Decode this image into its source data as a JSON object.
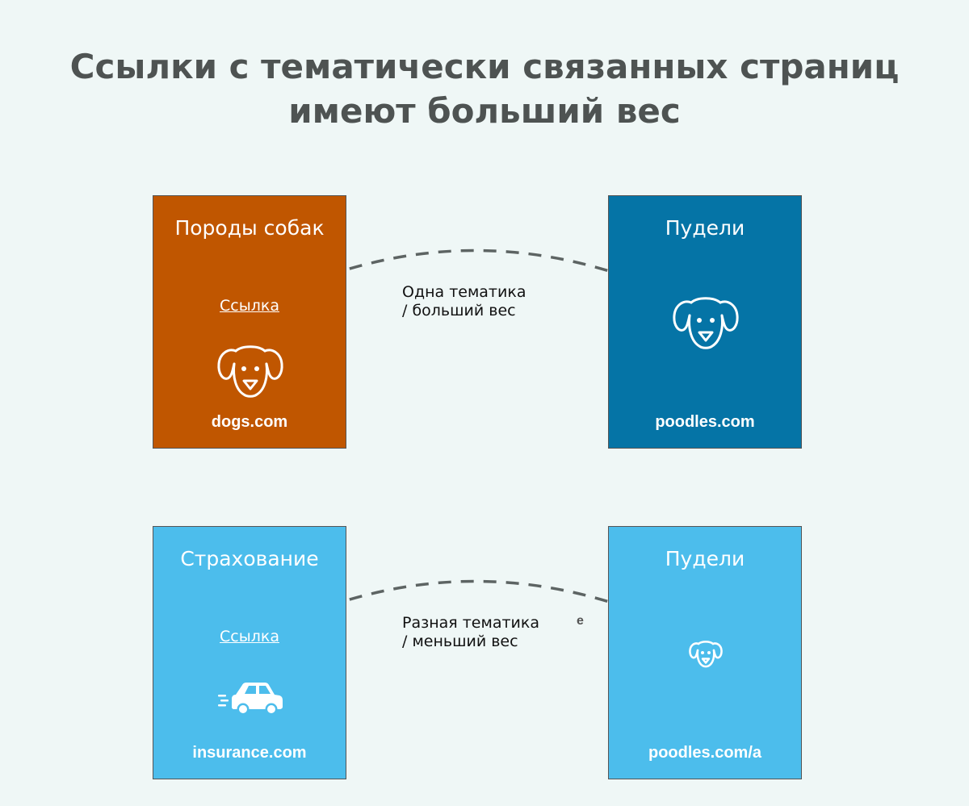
{
  "title": {
    "line1": "Ссылки с тематически связанных страниц",
    "line2": "имеют больший вес"
  },
  "top_row": {
    "source": {
      "heading": "Породы собак",
      "link": "Ссылка",
      "domain": "dogs.com",
      "icon": "dog-icon",
      "color": "#c05600"
    },
    "target": {
      "heading": "Пудели",
      "domain": "poodles.com",
      "icon": "dog-icon",
      "color": "#0574a6"
    },
    "arrow_label": {
      "line1": "Одна тематика",
      "line2": "/ больший вес"
    }
  },
  "bottom_row": {
    "source": {
      "heading": "Страхование",
      "link": "Ссылка",
      "domain": "insurance.com",
      "icon": "car-icon",
      "color": "#4cbdec"
    },
    "target": {
      "heading": "Пудели",
      "domain": "poodles.com/a",
      "icon": "dog-icon",
      "color": "#4cbdec"
    },
    "arrow_label": {
      "line1": "Разная тематика",
      "line2": "/ меньший вес"
    },
    "stray_text": "e"
  },
  "arrow_color": "#5d6463"
}
